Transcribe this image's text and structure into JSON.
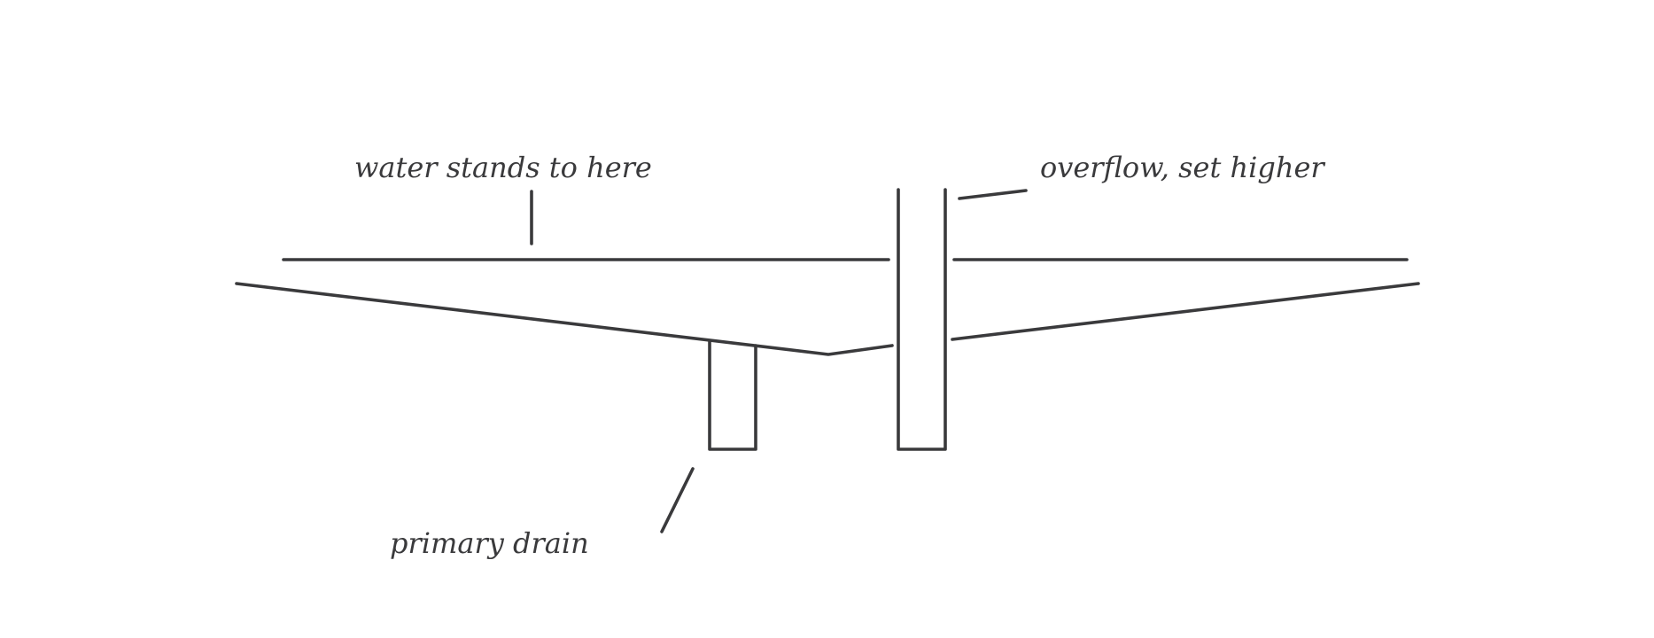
{
  "labels": {
    "water_level": "water stands to here",
    "overflow": "overflow, set higher",
    "primary_drain": "primary drain"
  },
  "colors": {
    "ink": "#3a3a3c",
    "background": "#ffffff"
  }
}
